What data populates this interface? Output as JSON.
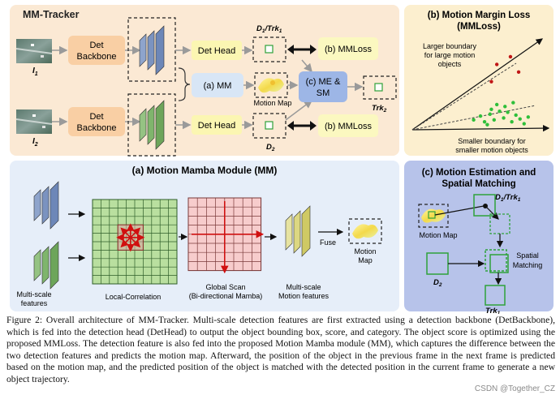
{
  "mm_tracker": {
    "title": "MM-Tracker",
    "input_1": "I",
    "input_1_sub": "1",
    "input_2": "I",
    "input_2_sub": "2",
    "det_backbone_line1": "Det",
    "det_backbone_line2": "Backbone",
    "det_head": "Det Head",
    "d1_trk1": "D",
    "d1_sub": "1",
    "trk1_label": "/Trk",
    "trk1_sub": "1",
    "mmloss": "(b) MMLoss",
    "mm": "(a) MM",
    "motion_map": "Motion Map",
    "me_sm_line1": "(c) ME &",
    "me_sm_line2": "SM",
    "trk2": "Trk",
    "trk2_sub": "2",
    "d2": "D",
    "d2_sub": "2"
  },
  "motion_margin_loss": {
    "title_line1": "(b) Motion Margin Loss",
    "title_line2": "(MMLoss)",
    "larger_line1": "Larger boundary",
    "larger_line2": "for large motion",
    "larger_line3": "objects",
    "smaller_line1": "Smaller boundary for",
    "smaller_line2": "smaller motion objects",
    "large_points": [
      [
        0.62,
        0.3
      ],
      [
        0.72,
        0.22
      ],
      [
        0.58,
        0.48
      ],
      [
        0.78,
        0.38
      ]
    ],
    "small_points": [
      [
        0.45,
        0.88
      ],
      [
        0.5,
        0.84
      ],
      [
        0.53,
        0.9
      ],
      [
        0.57,
        0.82
      ],
      [
        0.6,
        0.88
      ],
      [
        0.64,
        0.79
      ],
      [
        0.67,
        0.86
      ],
      [
        0.7,
        0.8
      ],
      [
        0.73,
        0.9
      ],
      [
        0.76,
        0.83
      ],
      [
        0.79,
        0.87
      ],
      [
        0.62,
        0.72
      ],
      [
        0.68,
        0.74
      ],
      [
        0.55,
        0.93
      ],
      [
        0.82,
        0.92
      ],
      [
        0.85,
        0.85
      ],
      [
        0.74,
        0.7
      ],
      [
        0.58,
        0.77
      ]
    ]
  },
  "motion_mamba": {
    "title": "(a) Motion Mamba Module (MM)",
    "multiscale_line1": "Multi-scale",
    "multiscale_line2": "features",
    "local_correlation": "Local-Correlation",
    "global_scan_line1": "Global Scan",
    "global_scan_line2": "(Bi-directional Mamba)",
    "motion_features_line1": "Multi-scale",
    "motion_features_line2": "Motion features",
    "fuse": "Fuse",
    "motion_map_line1": "Motion",
    "motion_map_line2": "Map"
  },
  "motion_estimation": {
    "title_line1": "(c) Motion Estimation and",
    "title_line2": "Spatial Matching",
    "d1_trk1": "D",
    "d1_sub": "1",
    "trk1": "/Trk",
    "trk1_sub": "1",
    "motion_map": "Motion Map",
    "spatial_line1": "Spatial",
    "spatial_line2": "Matching",
    "d2": "D",
    "d2_sub": "2",
    "trk_out": "Trk",
    "trk_out_sub": "1"
  },
  "caption": "Figure 2: Overall architecture of MM-Tracker. Multi-scale detection features are first extracted using a detection backbone (DetBackbone), which is fed into the detection head (DetHead) to output the object bounding box, score, and category. The object score is optimized using the proposed MMLoss. The detection feature is also fed into the proposed Motion Mamba module (MM), which captures the difference between the two detection features and predicts the motion map. Afterward, the position of the object in the previous frame in the next frame is predicted based on the motion map, and the predicted position of the object is matched with the detected position in the current frame to generate a new object trajectory.",
  "watermark": "CSDN @Together_CZ",
  "colors": {
    "panel_orange": "#fbe9d4",
    "panel_blue": "#e6eef9",
    "panel_lavender": "#b7c3ea",
    "panel_yellow": "#fcefcf",
    "det_box": "#f9cfa4",
    "det_head": "#fbf6b2",
    "mm_box": "#d8e6f6",
    "mmloss_box": "#fbf8c0",
    "me_box": "#9db6e6",
    "feature_blue": "#6d87b8",
    "feature_green": "#6da55a",
    "point_red": "#c01616",
    "point_green": "#2fbf3a"
  }
}
